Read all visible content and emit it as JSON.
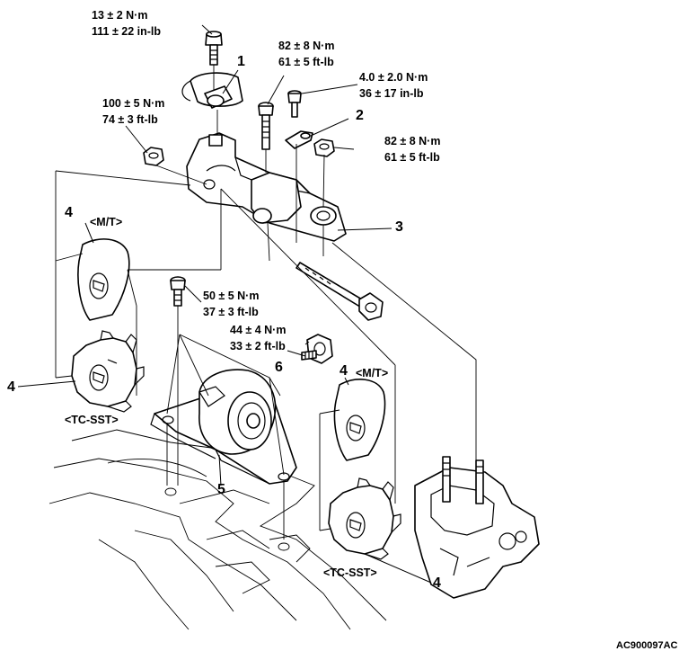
{
  "torque_specs": {
    "t1": [
      "13 ± 2 N·m",
      "111 ± 22 in-lb"
    ],
    "t2": [
      "82 ± 8 N·m",
      "61 ± 5 ft-lb"
    ],
    "t3": [
      "4.0 ± 2.0 N·m",
      "36 ± 17 in-lb"
    ],
    "t4": [
      "100 ± 5 N·m",
      "74 ± 3 ft-lb"
    ],
    "t5": [
      "82 ± 8 N·m",
      "61 ± 5 ft-lb"
    ],
    "t6": [
      "50 ± 5 N·m",
      "37 ± 3 ft-lb"
    ],
    "t7": [
      "44 ± 4 N·m",
      "33 ± 2 ft-lb"
    ]
  },
  "callouts": {
    "c1": "1",
    "c2": "2",
    "c3": "3",
    "c4a": "4",
    "c4b": "4",
    "c4c": "4",
    "c4d": "4",
    "c5": "5",
    "c6": "6"
  },
  "variant_tags": {
    "mt_left": "<M/T>",
    "tc_left": "<TC-SST>",
    "mt_right": "<M/T>",
    "tc_right": "<TC-SST>"
  },
  "figure_code": "AC900097AC"
}
